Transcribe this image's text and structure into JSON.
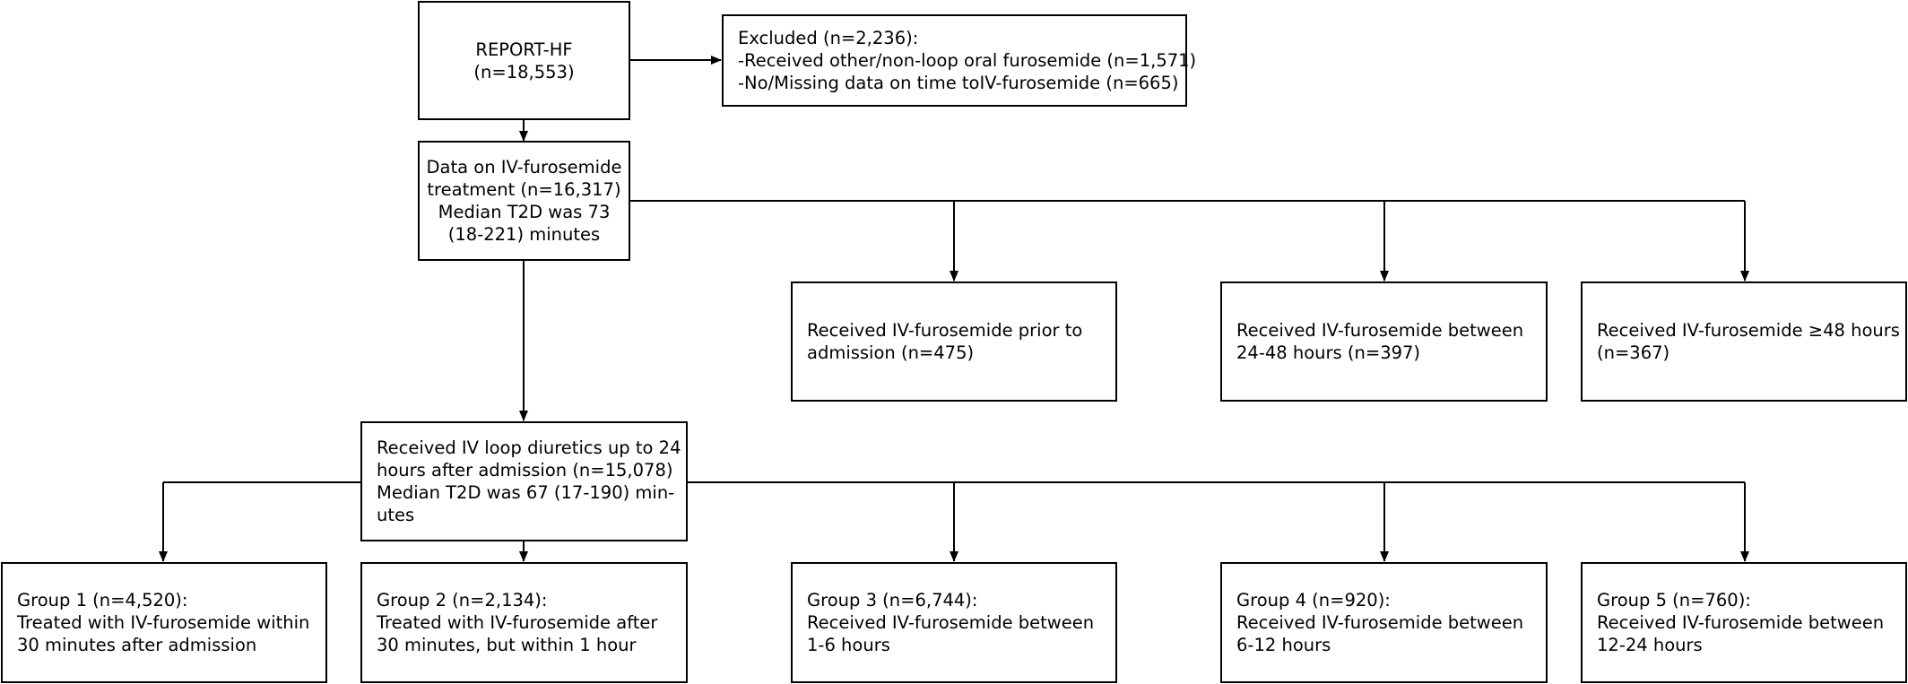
{
  "nodes": {
    "report_hf": {
      "lines": [
        "REPORT-HF",
        "(n=18,553)"
      ]
    },
    "excluded": {
      "lines": [
        "Excluded (n=2,236):",
        "-Received other/non-loop oral furosemide (n=1,571)",
        "-No/Missing data on time toIV-furosemide (n=665)"
      ]
    },
    "data_iv": {
      "lines": [
        "Data on IV-furosemide",
        "treatment (n=16,317)",
        "Median T2D was 73",
        "(18-221) minutes"
      ]
    },
    "prior_admission": {
      "lines": [
        "Received IV-furosemide prior to",
        "admission (n=475)"
      ]
    },
    "between_24_48": {
      "lines": [
        "Received IV-furosemide between",
        "24-48 hours (n=397)"
      ]
    },
    "ge_48": {
      "lines": [
        "Received IV-furosemide ≥48 hours",
        "(n=367)"
      ]
    },
    "up_to_24": {
      "lines": [
        "Received IV loop diuretics up to 24",
        "hours after admission (n=15,078)",
        "Median T2D was 67 (17-190) min-",
        "utes"
      ]
    },
    "group1": {
      "lines": [
        "Group 1 (n=4,520):",
        "Treated with IV-furosemide within",
        "30 minutes after admission"
      ]
    },
    "group2": {
      "lines": [
        "Group 2 (n=2,134):",
        "Treated with IV-furosemide after",
        "30 minutes, but within 1 hour"
      ]
    },
    "group3": {
      "lines": [
        "Group 3 (n=6,744):",
        "Received IV-furosemide between",
        "1-6 hours"
      ]
    },
    "group4": {
      "lines": [
        "Group 4 (n=920):",
        "Received IV-furosemide between",
        "6-12 hours"
      ]
    },
    "group5": {
      "lines": [
        "Group 5 (n=760):",
        "Received IV-furosemide between",
        "12-24 hours"
      ]
    }
  }
}
